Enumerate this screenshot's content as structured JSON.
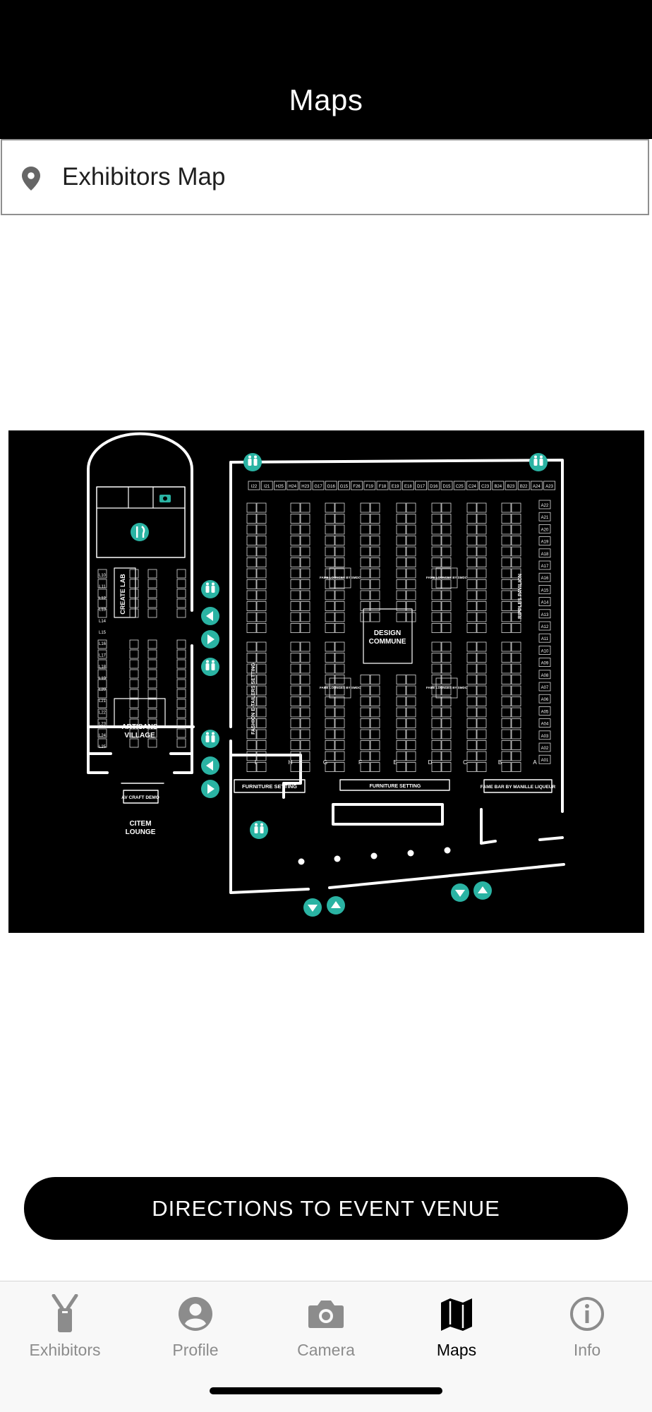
{
  "header": {
    "title": "Maps"
  },
  "map_selector": {
    "icon": "location-pin-icon",
    "label": "Exhibitors Map"
  },
  "floorplan": {
    "areas": [
      "CREATE LAB",
      "ARTISANS VILLAGE",
      "CITEM LOUNGE",
      "AV CRAFT DEMO",
      "DESIGN COMMUNE",
      "FASHION E-TAILERS SETTING",
      "FASHION E-TAILERS SETTING",
      "RIPPLES PAVILION",
      "FURNITURE SETTING",
      "FURNITURE SETTING",
      "FAME BAR BY MANILLE LIQUEUR",
      "FAME LOUNGES BY SMDC"
    ],
    "aisles": [
      "I",
      "H",
      "G",
      "F",
      "E",
      "D",
      "C",
      "B",
      "A"
    ],
    "top_booths": [
      "I22",
      "I21",
      "H25",
      "H24",
      "H23",
      "G17",
      "G16",
      "G15",
      "F26",
      "F19",
      "F18",
      "E19",
      "E18",
      "D17",
      "D16",
      "D15",
      "C25",
      "C24",
      "C23",
      "B24",
      "B23",
      "B22",
      "A24",
      "A23"
    ],
    "a_column": [
      "A22",
      "A21",
      "A20",
      "A19",
      "A18",
      "A17",
      "A16",
      "A15",
      "A14",
      "A13",
      "A12",
      "A11",
      "A10",
      "A09",
      "A08",
      "A07",
      "A06",
      "A05",
      "A04",
      "A03",
      "A02",
      "A01"
    ],
    "left_column": [
      "L10",
      "L11",
      "L12",
      "L13",
      "L14",
      "L15",
      "L16",
      "L17",
      "L18",
      "L19",
      "L20",
      "L21",
      "L22",
      "L23",
      "L24",
      "L25"
    ]
  },
  "directions_button": {
    "label": "DIRECTIONS TO EVENT VENUE"
  },
  "tabbar": {
    "items": [
      {
        "label": "Exhibitors",
        "icon": "lanyard-badge-icon",
        "active": false
      },
      {
        "label": "Profile",
        "icon": "user-circle-icon",
        "active": false
      },
      {
        "label": "Camera",
        "icon": "camera-icon",
        "active": false
      },
      {
        "label": "Maps",
        "icon": "folded-map-icon",
        "active": true
      },
      {
        "label": "Info",
        "icon": "info-circle-icon",
        "active": false
      }
    ]
  },
  "colors": {
    "accent": "#2ab3a3",
    "active_tab": "#000000",
    "inactive_tab": "#8c8c8c"
  }
}
